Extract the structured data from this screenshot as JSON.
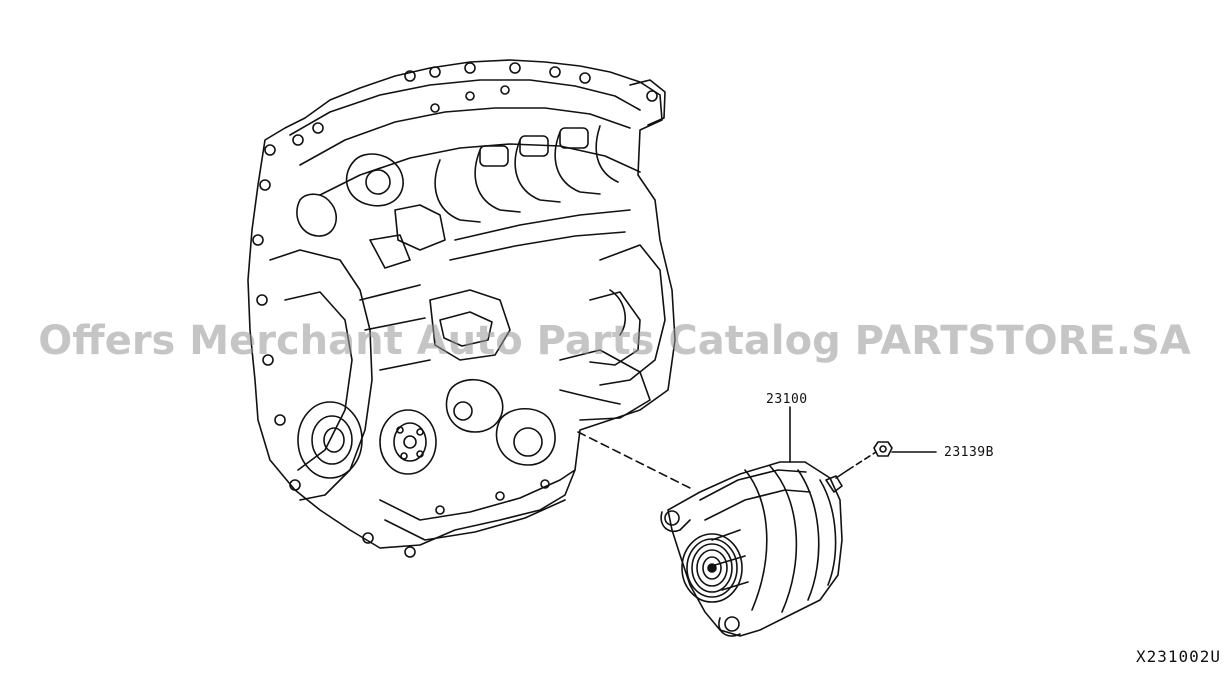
{
  "diagram": {
    "callouts": {
      "alternator": "23100",
      "nut": "23139B"
    },
    "watermark": "Offers Merchant Auto Parts Catalog PARTSTORE.SA",
    "figure_code": "X231002U"
  }
}
